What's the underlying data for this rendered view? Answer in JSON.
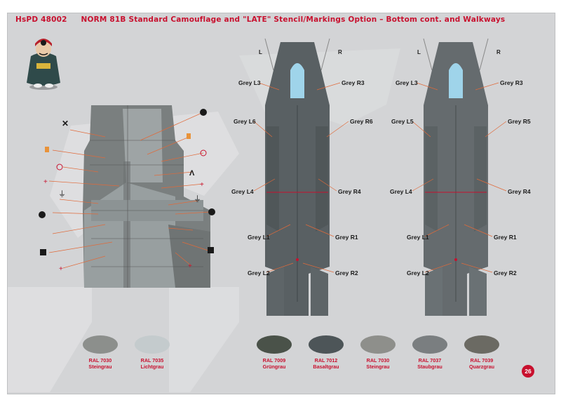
{
  "header": {
    "code": "HsPD 48002",
    "title": "NORM 81B Standard Camouflage and \"LATE\" Stencil/Markings Option – Bottom cont. and Walkways"
  },
  "views": {
    "left": {
      "labels": {
        "L3": "Grey L3",
        "R3": "Grey R3",
        "L6": "Grey L6",
        "R6": "Grey R6",
        "L4": "Grey L4",
        "R4": "Grey R4",
        "L1": "Grey L1",
        "R1": "Grey R1",
        "L2": "Grey L2",
        "R2": "Grey R2",
        "L": "L",
        "R": "R"
      }
    },
    "right": {
      "labels": {
        "L3": "Grey L3",
        "R3": "Grey R3",
        "L5": "Grey L5",
        "R5": "Grey R5",
        "L4": "Grey L4",
        "R4": "Grey R4",
        "L1": "Grey L1",
        "R1": "Grey R1",
        "L2": "Grey L2",
        "R2": "Grey R2",
        "L": "L",
        "R": "R"
      }
    }
  },
  "swatches": [
    {
      "code": "RAL 7030",
      "name": "Steingrau",
      "color": "#8c8f8c"
    },
    {
      "code": "RAL 7035",
      "name": "Lichtgrau",
      "color": "#c4cbcd"
    },
    {
      "code": "RAL 7009",
      "name": "Grüngrau",
      "color": "#4a5249"
    },
    {
      "code": "RAL 7012",
      "name": "Basaltgrau",
      "color": "#4d5558"
    },
    {
      "code": "RAL 7030",
      "name": "Steingrau",
      "color": "#8e8f8b"
    },
    {
      "code": "RAL 7037",
      "name": "Staubgrau",
      "color": "#7a7e80"
    },
    {
      "code": "RAL 7039",
      "name": "Quarzgrau",
      "color": "#6b6a63"
    }
  ],
  "page_number": "26",
  "colors": {
    "accent": "#c8102e",
    "leader": "#e06a3a",
    "sheet": "#d3d4d6"
  }
}
